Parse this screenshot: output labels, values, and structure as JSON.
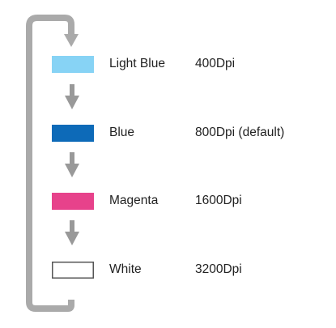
{
  "diagram": {
    "levels": [
      {
        "label": "Light Blue",
        "dpi": "400Dpi",
        "swatch_color": "#87d3f5",
        "swatch_border": "#87d3f5"
      },
      {
        "label": "Blue",
        "dpi": "800Dpi (default)",
        "swatch_color": "#0d6ab8",
        "swatch_border": "#0d6ab8"
      },
      {
        "label": "Magenta",
        "dpi": "1600Dpi",
        "swatch_color": "#e7428b",
        "swatch_border": "#e7428b"
      },
      {
        "label": "White",
        "dpi": "3200Dpi",
        "swatch_color": "#ffffff",
        "swatch_border": "#555555"
      }
    ],
    "colors": {
      "arrow": "#999999",
      "loop": "#aaaaaa",
      "text": "#222222"
    }
  }
}
